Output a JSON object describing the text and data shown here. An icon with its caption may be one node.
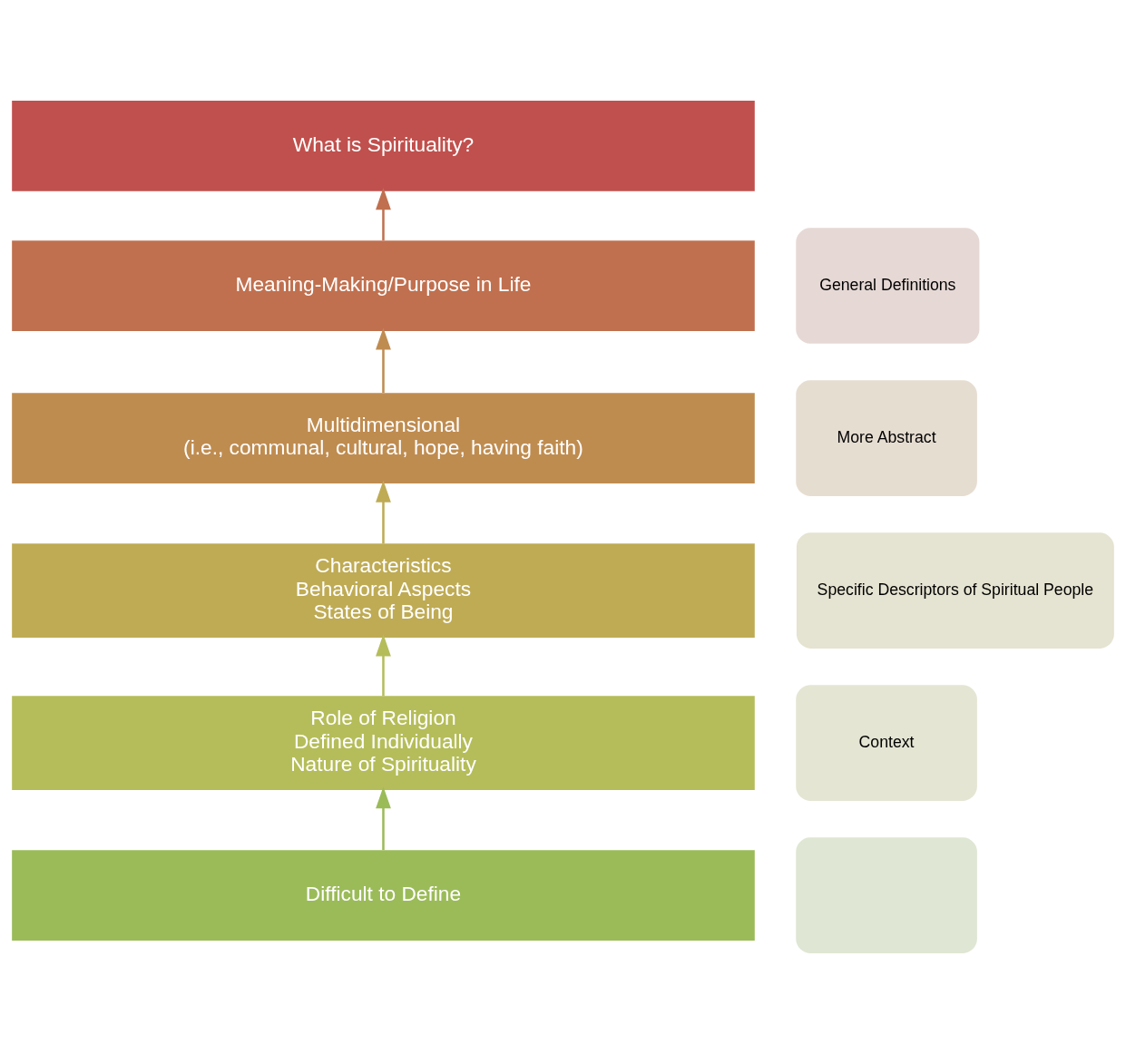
{
  "diagram": {
    "nodes": [
      {
        "text": [
          "What is Spirituality?"
        ]
      },
      {
        "text": [
          "Meaning-Making/Purpose in Life"
        ]
      },
      {
        "text": [
          "Multidimensional",
          "(i.e., communal, cultural, hope, having faith)"
        ]
      },
      {
        "text": [
          "Characteristics",
          "Behavioral Aspects",
          "States of Being"
        ]
      },
      {
        "text": [
          "Role of Religion",
          "Defined Individually",
          "Nature of Spirituality"
        ]
      },
      {
        "text": [
          "Difficult to Define"
        ]
      },
      {
        "text": [
          "General Definitions"
        ]
      },
      {
        "text": [
          "More Abstract"
        ]
      },
      {
        "text": [
          "Specific Descriptors of Spiritual People"
        ]
      },
      {
        "text": [
          "Context"
        ]
      },
      {
        "text": [],
        "shape": "box"
      }
    ],
    "edges": [
      {
        "from": 5,
        "to": 4,
        "arrow": "to",
        "color": "#9bbb59"
      },
      {
        "from": 4,
        "to": 3,
        "arrow": "to",
        "color": "#b5bd5a"
      },
      {
        "from": 3,
        "to": 2,
        "arrow": "to",
        "color": "#bfab54"
      },
      {
        "from": 2,
        "to": 1,
        "arrow": "to",
        "color": "#bf8c50"
      },
      {
        "from": 1,
        "to": 0,
        "arrow": "to",
        "color": "#c0704f"
      }
    ]
  }
}
